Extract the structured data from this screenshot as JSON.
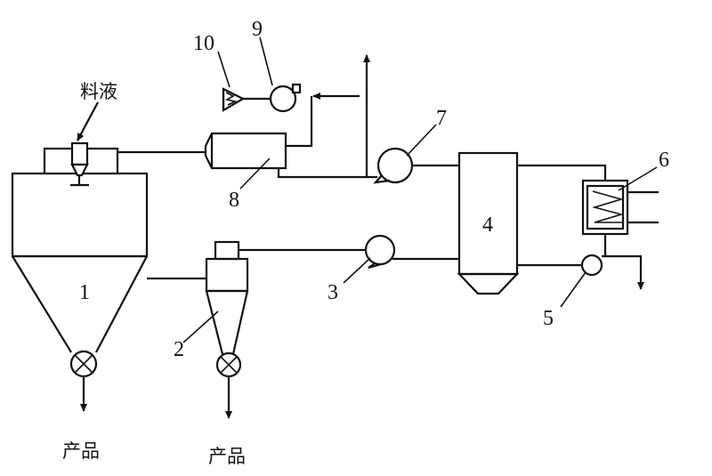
{
  "labels": {
    "feed": "料液",
    "product_left": "产品",
    "product_right": "产品",
    "n1": "1",
    "n2": "2",
    "n3": "3",
    "n4": "4",
    "n5": "5",
    "n6": "6",
    "n7": "7",
    "n8": "8",
    "n9": "9",
    "n10": "10"
  }
}
